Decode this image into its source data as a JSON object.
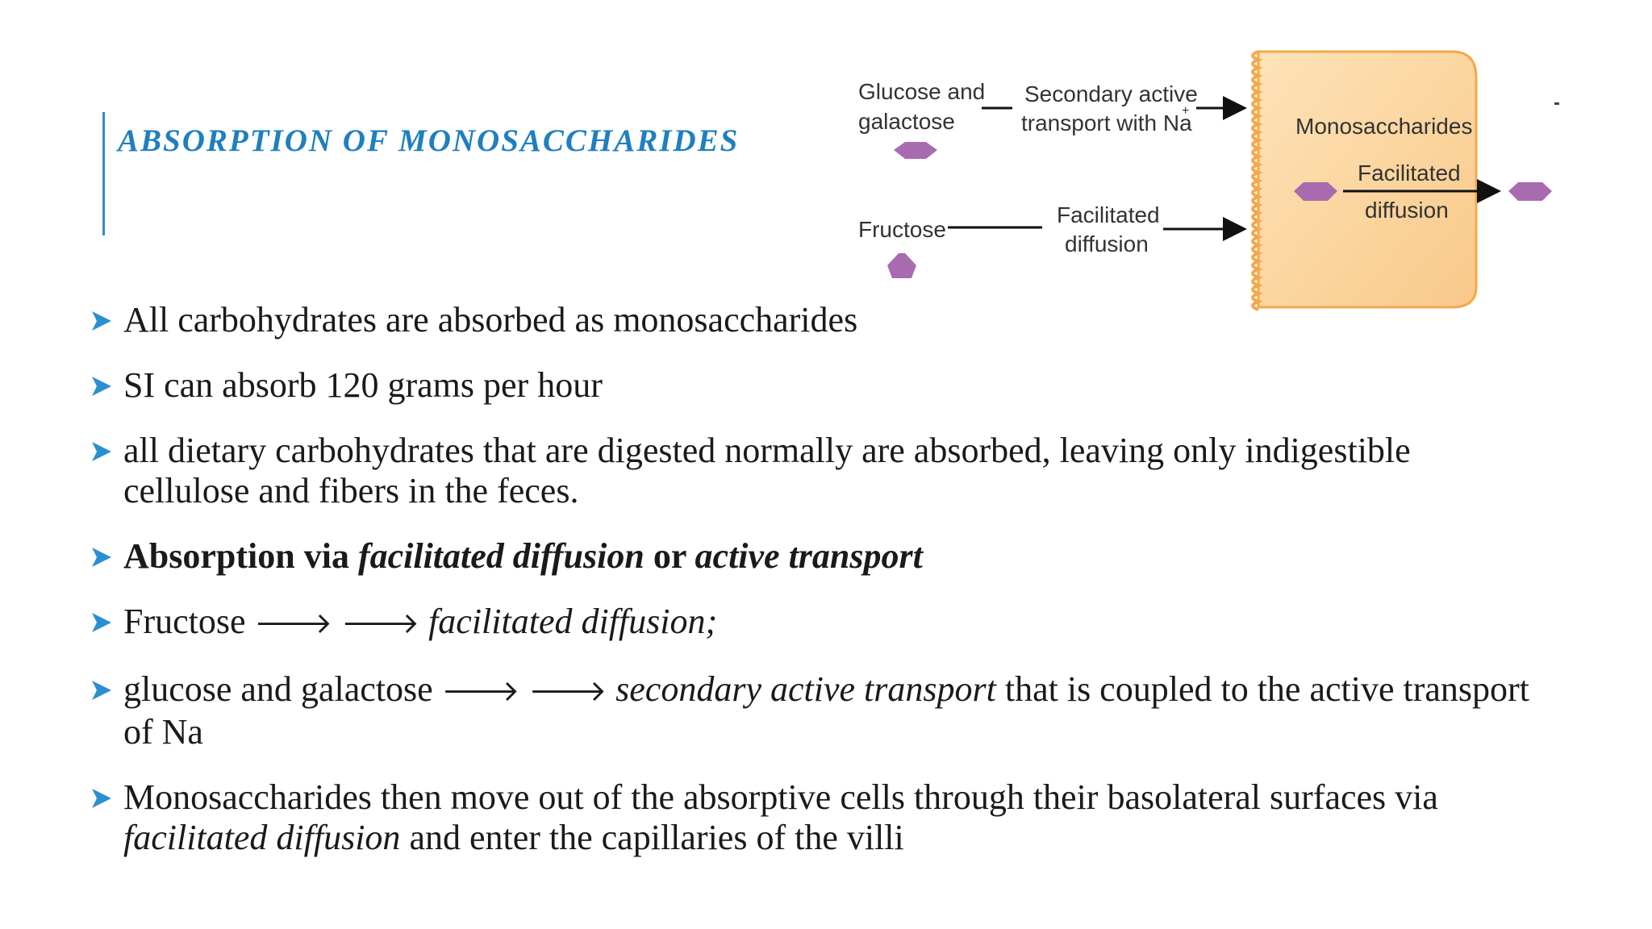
{
  "slide": {
    "title": "ABSORPTION OF MONOSACCHARIDES",
    "accent_color": "#1f7fbf"
  },
  "diagram": {
    "glucose_line1": "Glucose and",
    "glucose_line2": "galactose",
    "secondary_line1": "Secondary active",
    "secondary_line2": "transport with Na",
    "na_superscript": "+",
    "fructose": "Fructose",
    "fac_line1": "Facilitated",
    "fac_line2": "diffusion",
    "cell_label": "Monosaccharides",
    "cell_fac_line1": "Facilitated",
    "cell_fac_line2": "diffusion",
    "hexagon_color": "#a86bb0",
    "cell_color": "#fbd7a0"
  },
  "bullets": {
    "b1": "All carbohydrates are absorbed as monosaccharides",
    "b2": "SI can absorb 120 grams per hour",
    "b3": "all dietary carbohydrates that are digested normally are absorbed, leaving only indigestible cellulose and fibers in the feces.",
    "b4_part1": "Absorption via ",
    "b4_part2": "facilitated diffusion",
    "b4_part3": " or ",
    "b4_part4": "active transport",
    "b5_part1": "Fructose ",
    "b5_arrows": "🡒 🡒",
    "b5_part2": " facilitated diffusion;",
    "b6_part1": "glucose and galactose ",
    "b6_arrows": "🡒 🡒",
    "b6_part2": " secondary active transport",
    "b6_part3": " that is coupled to the active transport of Na",
    "b7_part1": "Monosaccharides then move out of the absorptive cells through their basolateral surfaces via ",
    "b7_part2": "facilitated diffusion",
    "b7_part3": " and enter the capillaries of the villi",
    "bullet_color": "#2a8fd0"
  }
}
